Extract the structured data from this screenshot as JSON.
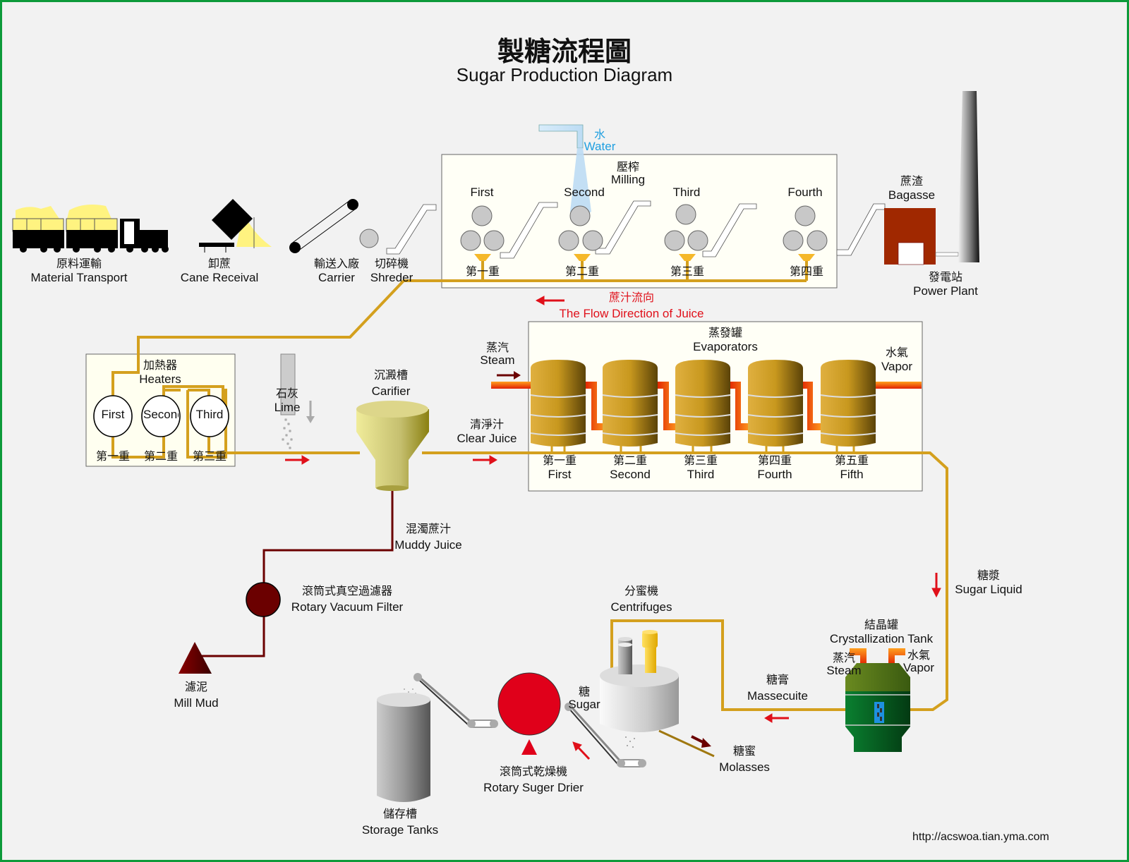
{
  "title": {
    "zh": "製糖流程圖",
    "en": "Sugar Production Diagram"
  },
  "colors": {
    "frame": "#0d9a3a",
    "juice_pipe": "#d4a01e",
    "mud_pipe": "#6b0000",
    "flow_arrow": "#e0101a",
    "steam_pipe": "#f06010",
    "evaporator": "#c8981e",
    "crystallizer": "#0a6a2a",
    "drier": "#e0001a",
    "power_plant": "#a02800"
  },
  "stations": {
    "material_transport": {
      "zh": "原料運輸",
      "en": "Material Transport"
    },
    "cane_receival": {
      "zh": "卸蔗",
      "en": "Cane Receival"
    },
    "carrier": {
      "zh": "輸送入廠",
      "en": "Carrier"
    },
    "shreder": {
      "zh": "切碎機",
      "en": "Shreder"
    },
    "water": {
      "zh": "水",
      "en": "Water"
    },
    "milling": {
      "zh": "壓榨",
      "en": "Milling",
      "mills": [
        {
          "en": "First",
          "zh": "第一重"
        },
        {
          "en": "Second",
          "zh": "第二重"
        },
        {
          "en": "Third",
          "zh": "第三重"
        },
        {
          "en": "Fourth",
          "zh": "第四重"
        }
      ]
    },
    "bagasse": {
      "zh": "蔗渣",
      "en": "Bagasse"
    },
    "power_plant": {
      "zh": "發電站",
      "en": "Power Plant"
    },
    "juice_flow": {
      "zh": "蔗汁流向",
      "en": "The Flow Direction of Juice"
    },
    "heaters": {
      "zh": "加熱器",
      "en": "Heaters",
      "units": [
        {
          "en": "First",
          "zh": "第一重"
        },
        {
          "en": "Second",
          "zh": "第二重"
        },
        {
          "en": "Third",
          "zh": "第三重"
        }
      ]
    },
    "lime": {
      "zh": "石灰",
      "en": "Lime"
    },
    "carifier": {
      "zh": "沉澱槽",
      "en": "Carifier"
    },
    "clear_juice": {
      "zh": "清淨汁",
      "en": "Clear Juice"
    },
    "steam": {
      "zh": "蒸汽",
      "en": "Steam"
    },
    "evaporators": {
      "zh": "蒸發罐",
      "en": "Evaporators",
      "units": [
        {
          "zh": "第一重",
          "en": "First"
        },
        {
          "zh": "第二重",
          "en": "Second"
        },
        {
          "zh": "第三重",
          "en": "Third"
        },
        {
          "zh": "第四重",
          "en": "Fourth"
        },
        {
          "zh": "第五重",
          "en": "Fifth"
        }
      ]
    },
    "vapor": {
      "zh": "水氣",
      "en": "Vapor"
    },
    "muddy_juice": {
      "zh": "混濁蔗汁",
      "en": "Muddy Juice"
    },
    "rotary_vacuum_filter": {
      "zh": "滾筒式真空過濾器",
      "en": "Rotary Vacuum Filter"
    },
    "mill_mud": {
      "zh": "濾泥",
      "en": "Mill Mud"
    },
    "sugar_liquid": {
      "zh": "糖漿",
      "en": "Sugar Liquid"
    },
    "crystallization_tank": {
      "zh": "結晶罐",
      "en": "Crystallization Tank"
    },
    "crys_steam": {
      "zh": "蒸汽",
      "en": "Steam"
    },
    "crys_vapor": {
      "zh": "水氣",
      "en": "Vapor"
    },
    "massecuite": {
      "zh": "糖膏",
      "en": "Massecuite"
    },
    "centrifuges": {
      "zh": "分蜜機",
      "en": "Centrifuges"
    },
    "molasses": {
      "zh": "糖蜜",
      "en": "Molasses"
    },
    "sugar": {
      "zh": "糖",
      "en": "Sugar"
    },
    "rotary_drier": {
      "zh": "滾筒式乾燥機",
      "en": "Rotary Suger Drier"
    },
    "storage_tanks": {
      "zh": "儲存槽",
      "en": "Storage Tanks"
    }
  },
  "footer": {
    "url": "http://acswoa.tian.yma.com"
  }
}
